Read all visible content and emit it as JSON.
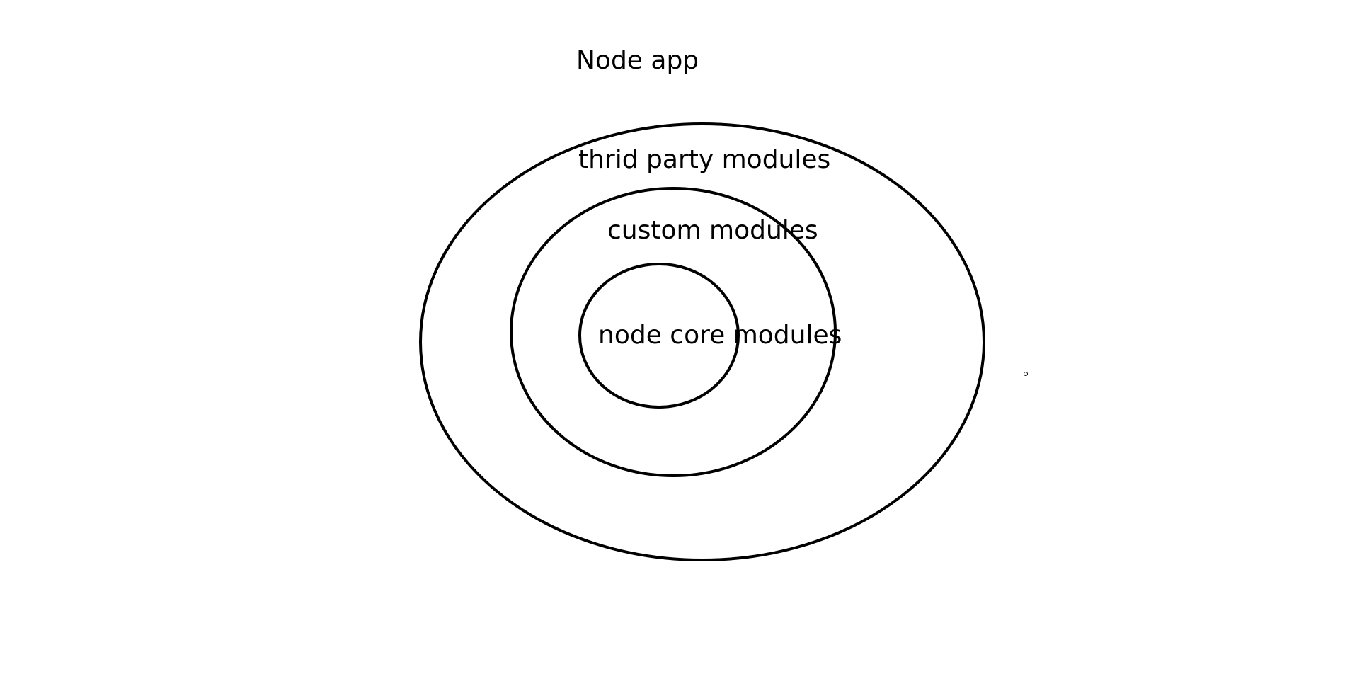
{
  "title": "Node app",
  "layers": {
    "outer": {
      "label": "thrid party modules"
    },
    "middle": {
      "label": "custom modules"
    },
    "inner": {
      "label": "node core modules"
    }
  },
  "colors": {
    "stroke": "#000000",
    "background": "#ffffff"
  }
}
